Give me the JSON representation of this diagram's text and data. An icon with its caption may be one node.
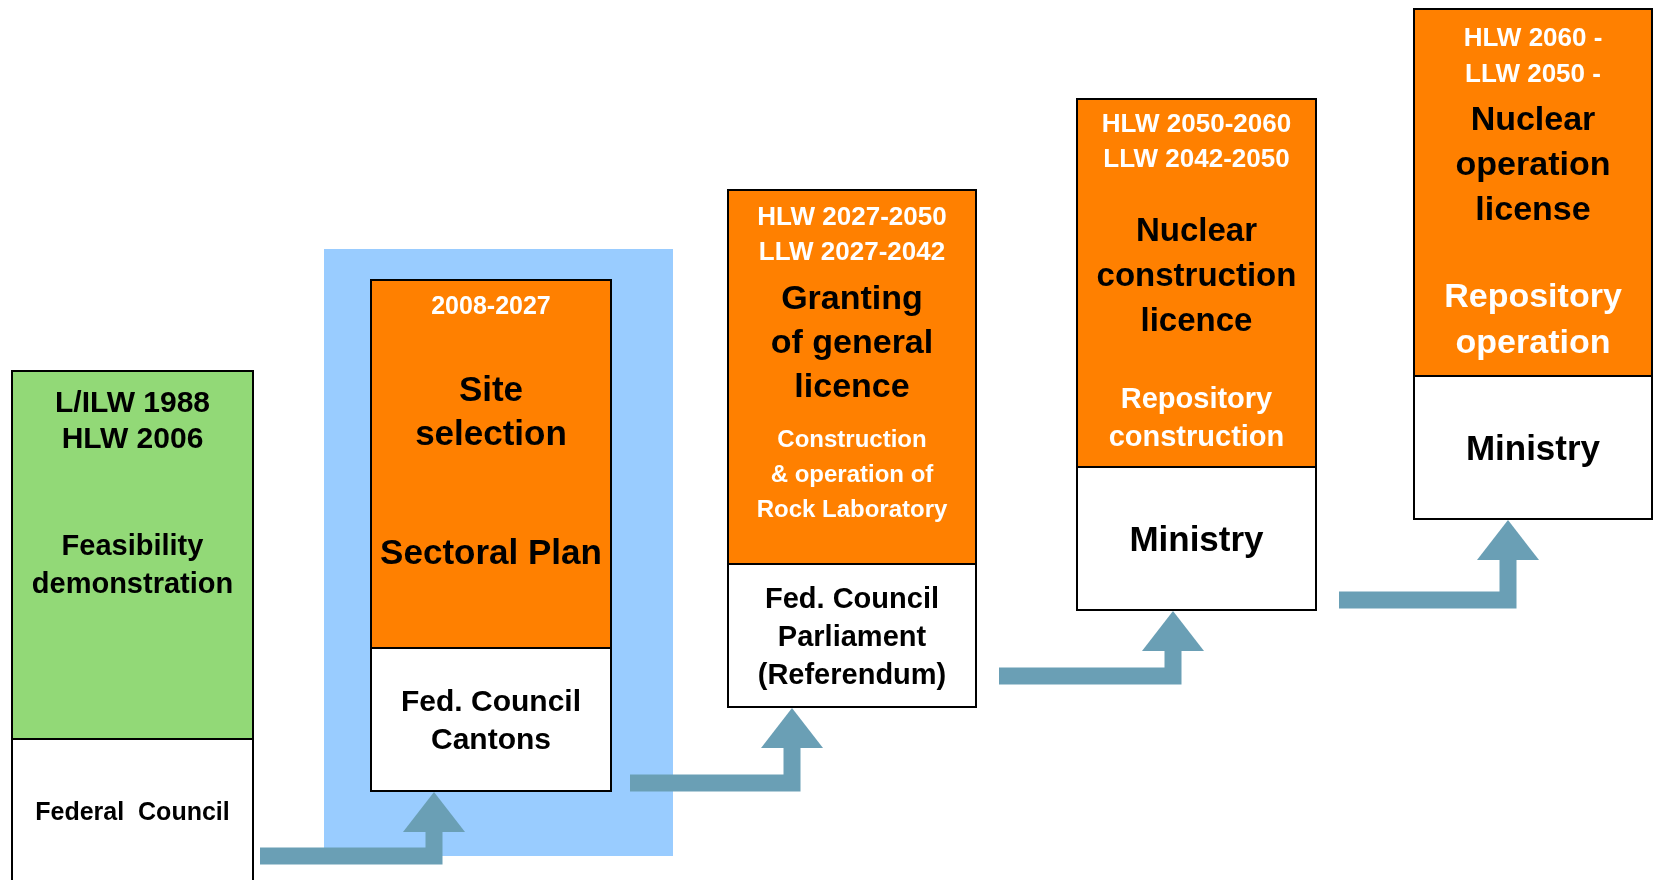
{
  "diagram": {
    "nodes": [
      {
        "text": [
          "L/ILW 1988 HLW 2006",
          "Feasibility demonstration"
        ]
      },
      {
        "text": [
          "Federal  Council"
        ]
      },
      {
        "text": [],
        "shape": "box"
      },
      {
        "text": [
          "2008-2027",
          "Site selection",
          "Sectoral Plan"
        ],
        "in": 2
      },
      {
        "text": [
          "Fed. Council Cantons"
        ],
        "in": 2
      },
      {
        "text": [
          "HLW 2027-2050 LLW 2027-2042",
          "Granting of general licence",
          "Construction & operation of Rock Laboratory"
        ]
      },
      {
        "text": [
          "Fed. Council Parliament (Referendum)"
        ]
      },
      {
        "text": [
          "HLW 2050-2060 LLW 2042-2050",
          "Nuclear construction licence",
          "Repository construction"
        ]
      },
      {
        "text": [
          "Ministry"
        ]
      },
      {
        "text": [
          "HLW 2060 - LLW 2050 -",
          "Nuclear operation license",
          "Repository operation"
        ]
      },
      {
        "text": [
          "Ministry"
        ]
      }
    ],
    "edges": [
      {
        "from": 1,
        "to": 4,
        "arrow": "to"
      },
      {
        "from": 4,
        "to": 6,
        "arrow": "to"
      },
      {
        "from": 6,
        "to": 8,
        "arrow": "to"
      },
      {
        "from": 8,
        "to": 10,
        "arrow": "to"
      }
    ]
  }
}
